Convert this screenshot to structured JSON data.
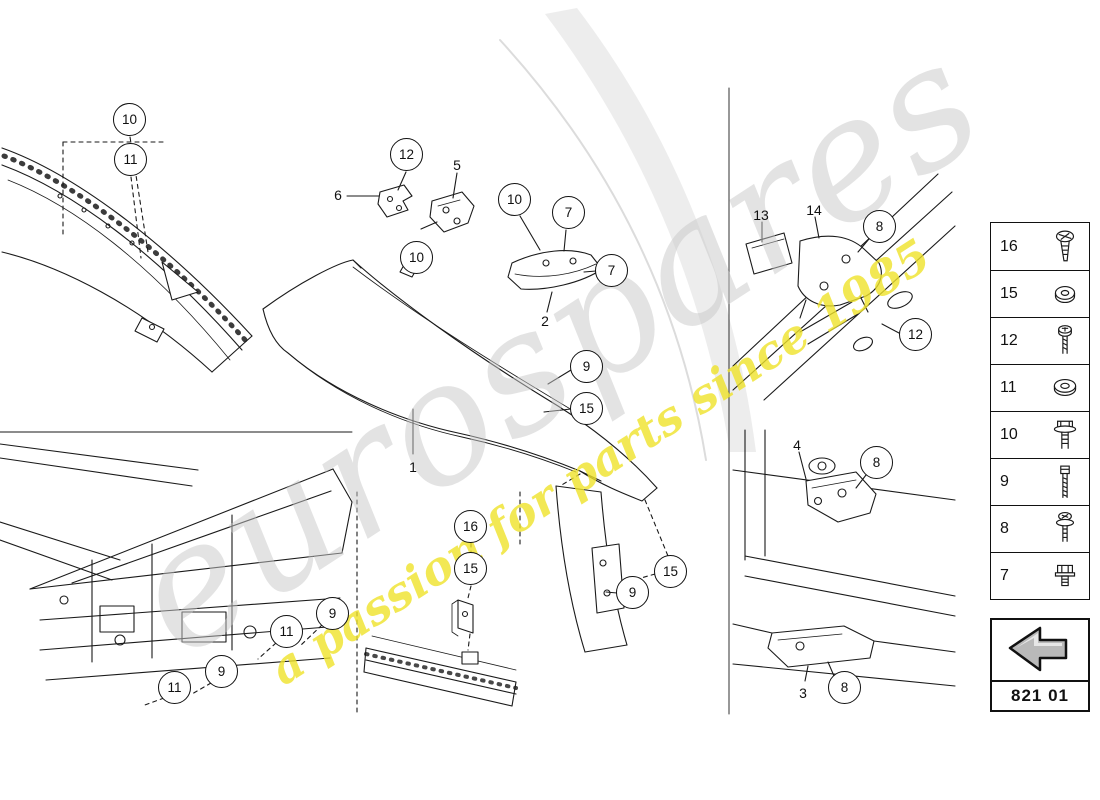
{
  "watermark": {
    "brand": "eurospares",
    "tagline": "a passion for parts since 1985",
    "brand_color": "#c9c9c9",
    "tagline_color": "#efe32a"
  },
  "diagram_code": "821 01",
  "callouts": [
    "10",
    "11",
    "12",
    "10",
    "10",
    "7",
    "7",
    "8",
    "12",
    "9",
    "15",
    "16",
    "15",
    "15",
    "9",
    "9",
    "11",
    "9",
    "11",
    "8",
    "8"
  ],
  "labels": [
    "6",
    "5",
    "2",
    "1",
    "13",
    "14",
    "4",
    "3"
  ],
  "legend": {
    "rows": [
      {
        "number": "16",
        "icon": "countersunk-screw-icon"
      },
      {
        "number": "15",
        "icon": "washer-icon"
      },
      {
        "number": "12",
        "icon": "pan-head-screw-icon"
      },
      {
        "number": "11",
        "icon": "flat-washer-icon"
      },
      {
        "number": "10",
        "icon": "hex-flange-bolt-icon"
      },
      {
        "number": "9",
        "icon": "socket-head-bolt-icon"
      },
      {
        "number": "8",
        "icon": "screw-with-washer-icon"
      },
      {
        "number": "7",
        "icon": "hex-bolt-icon"
      }
    ]
  },
  "logo": {
    "arrow": "eurospares-arrow"
  }
}
